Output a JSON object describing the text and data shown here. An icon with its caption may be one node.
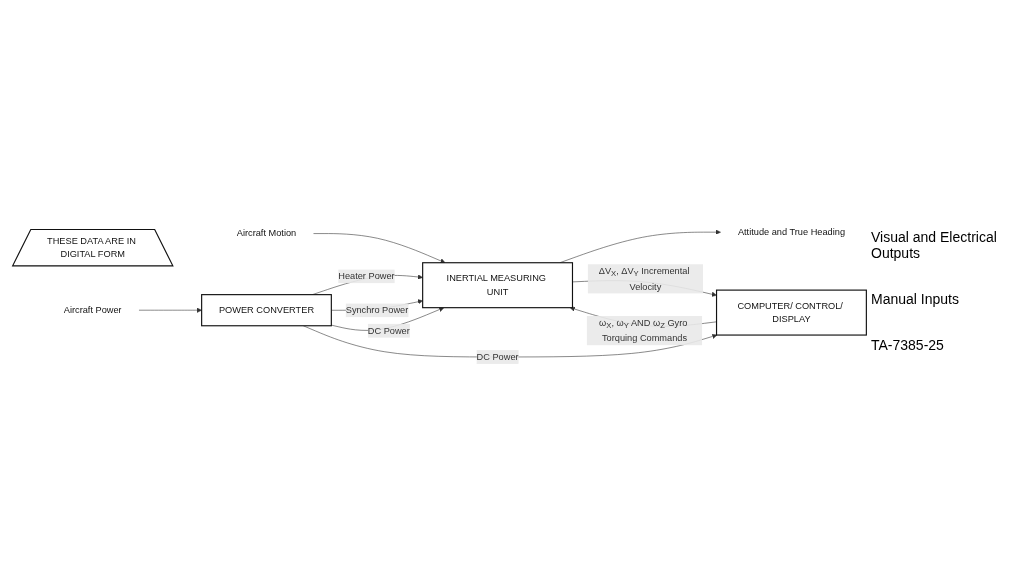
{
  "diagram": {
    "nodes": [
      {
        "text": [
          "THESE DATA ARE IN DIGITAL FORM"
        ]
      },
      {
        "text": [
          "Attitude and True Heading"
        ]
      },
      {
        "text": [
          "Aircraft Motion"
        ]
      },
      {
        "text": [
          "INERTIAL MEASURING UNIT"
        ]
      },
      {
        "text": [
          "COMPUTER/ CONTROL/ DISPLAY"
        ]
      },
      {
        "text": [
          "Aircraft Power"
        ]
      },
      {
        "text": [
          "POWER CONVERTER"
        ]
      }
    ],
    "edges": [
      {
        "from": 3,
        "to": 1,
        "arrow": "to"
      },
      {
        "from": 2,
        "to": 3,
        "arrow": "to"
      },
      {
        "from": 3,
        "to": 4,
        "arrow": "to",
        "label": "ΔV$_{X}$, ΔV$_{Y}$ Incremental Velocity"
      },
      {
        "from": 4,
        "to": 3,
        "arrow": "to",
        "label": "ω$_{X}$, ω$_{Y}$ AND ω$_{Z}$ Gyro Torquing Commands"
      },
      {
        "from": 6,
        "to": 3,
        "arrow": "to",
        "label": "Heater Power"
      },
      {
        "from": 6,
        "to": 3,
        "arrow": "to",
        "label": "Synchro Power"
      },
      {
        "from": 6,
        "to": 3,
        "arrow": "to",
        "label": "DC Power"
      },
      {
        "from": 5,
        "to": 6,
        "arrow": "to"
      },
      {
        "from": 6,
        "to": 4,
        "arrow": "to",
        "label": "DC Power"
      }
    ],
    "labels": [
      "Visual and Electrical Outputs",
      "Manual Inputs",
      "TA-7385-25"
    ]
  }
}
